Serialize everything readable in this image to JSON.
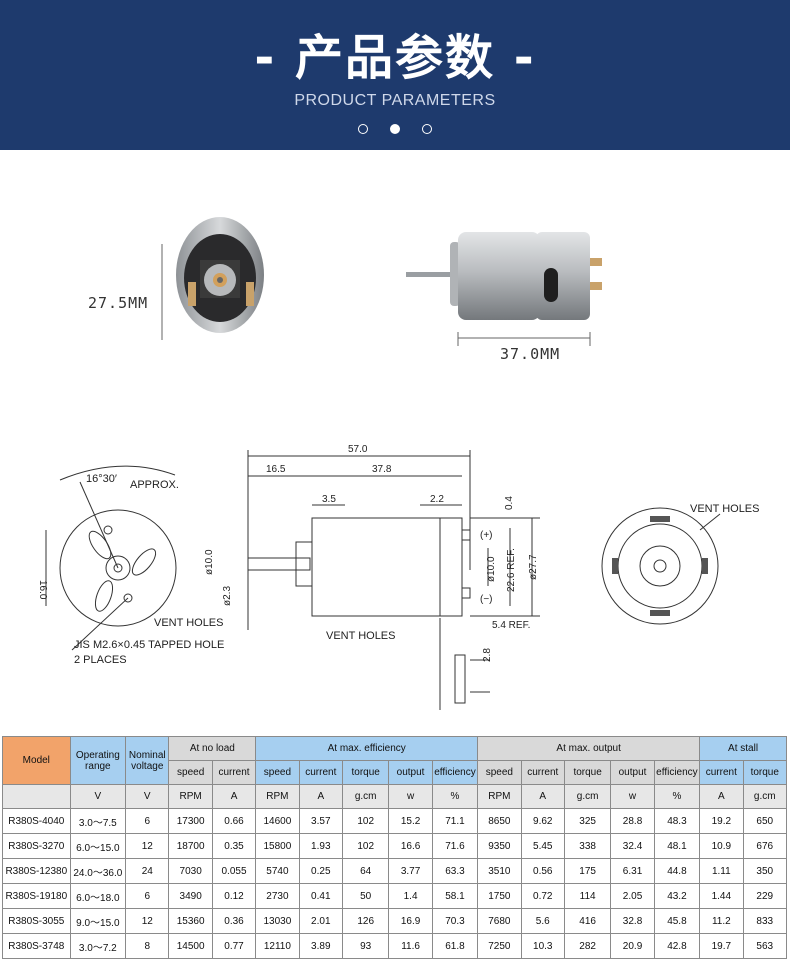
{
  "header": {
    "title": "- 产品参数 -",
    "subtitle": "PRODUCT PARAMETERS",
    "dots": [
      false,
      true,
      false
    ]
  },
  "photos": {
    "front_dimension": "27.5MM",
    "side_dimension": "37.0MM"
  },
  "drawing": {
    "left": {
      "angle": "16°30′",
      "approx": "APPROX.",
      "diameter": "16.0",
      "vent_holes": "VENT HOLES",
      "tapped_hole": "JIS M2.6×0.45 TAPPED HOLE",
      "places": "2 PLACES"
    },
    "center": {
      "overall": "57.0",
      "shaft_length": "16.5",
      "body_length": "37.8",
      "boss": "3.5",
      "end": "2.2",
      "terminal_gap": "0.4",
      "shaft_dia_label": "ø10.0",
      "shaft_small": "ø2.3",
      "inner_dia": "ø10.0",
      "ref_dia": "22.6 REF.",
      "body_dia": "ø27.7",
      "plus": "(+)",
      "minus": "(−)",
      "vent_holes": "VENT HOLES",
      "terminal_ref": "5.4 REF.",
      "terminal_width": "2.8"
    },
    "right": {
      "vent_holes": "VENT HOLES"
    }
  },
  "table": {
    "groups": {
      "model": "Model",
      "operating": "Operating range",
      "nominal": "Nominal voltage",
      "no_load": "At no load",
      "max_eff": "At max. efficiency",
      "max_out": "At max. output",
      "stall": "At stall"
    },
    "subheaders": [
      "speed",
      "current",
      "speed",
      "current",
      "torque",
      "output",
      "efficiency",
      "speed",
      "current",
      "torque",
      "output",
      "efficiency",
      "current",
      "torque"
    ],
    "units": [
      "V",
      "V",
      "RPM",
      "A",
      "RPM",
      "A",
      "g.cm",
      "w",
      "%",
      "RPM",
      "A",
      "g.cm",
      "w",
      "%",
      "A",
      "g.cm"
    ],
    "rows": [
      [
        "R380S-4040",
        "3.0～7.5",
        "6",
        "17300",
        "0.66",
        "14600",
        "3.57",
        "102",
        "15.2",
        "71.1",
        "8650",
        "9.62",
        "325",
        "28.8",
        "48.3",
        "19.2",
        "650"
      ],
      [
        "R380S-3270",
        "6.0～15.0",
        "12",
        "18700",
        "0.35",
        "15800",
        "1.93",
        "102",
        "16.6",
        "71.6",
        "9350",
        "5.45",
        "338",
        "32.4",
        "48.1",
        "10.9",
        "676"
      ],
      [
        "R380S-12380",
        "24.0～36.0",
        "24",
        "7030",
        "0.055",
        "5740",
        "0.25",
        "64",
        "3.77",
        "63.3",
        "3510",
        "0.56",
        "175",
        "6.31",
        "44.8",
        "1.11",
        "350"
      ],
      [
        "R380S-19180",
        "6.0～18.0",
        "6",
        "3490",
        "0.12",
        "2730",
        "0.41",
        "50",
        "1.4",
        "58.1",
        "1750",
        "0.72",
        "114",
        "2.05",
        "43.2",
        "1.44",
        "229"
      ],
      [
        "R380S-3055",
        "9.0～15.0",
        "12",
        "15360",
        "0.36",
        "13030",
        "2.01",
        "126",
        "16.9",
        "70.3",
        "7680",
        "5.6",
        "416",
        "32.8",
        "45.8",
        "11.2",
        "833"
      ],
      [
        "R380S-3748",
        "3.0～7.2",
        "8",
        "14500",
        "0.77",
        "12110",
        "3.89",
        "93",
        "11.6",
        "61.8",
        "7250",
        "10.3",
        "282",
        "20.9",
        "42.8",
        "19.7",
        "563"
      ]
    ]
  }
}
